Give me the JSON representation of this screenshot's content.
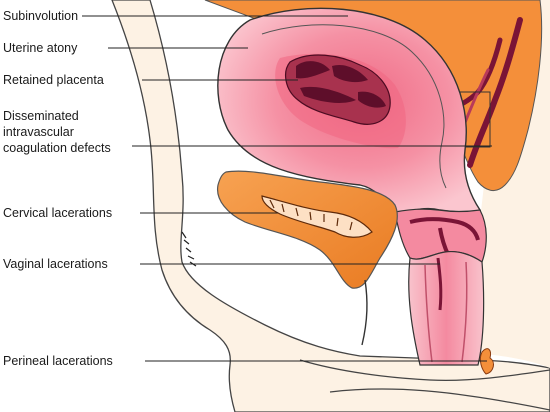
{
  "labels": {
    "subinvolution": "Subinvolution",
    "uterine_atony": "Uterine atony",
    "retained_placenta": "Retained placenta",
    "dic_line1": "Disseminated",
    "dic_line2": "intravascular",
    "dic_line3": "coagulation defects",
    "cervical_lacerations": "Cervical lacerations",
    "vaginal_lacerations": "Vaginal lacerations",
    "perineal_lacerations": "Perineal lacerations"
  },
  "colors": {
    "skin": "#fdf2e4",
    "uterus_outer": "#f7a8b4",
    "uterus_inner": "#f58fa0",
    "placenta": "#a8324e",
    "placenta_dark": "#5e0e2a",
    "orange_tissue": "#f48f3a",
    "bladder": "#f39a48",
    "outline": "#333333"
  }
}
